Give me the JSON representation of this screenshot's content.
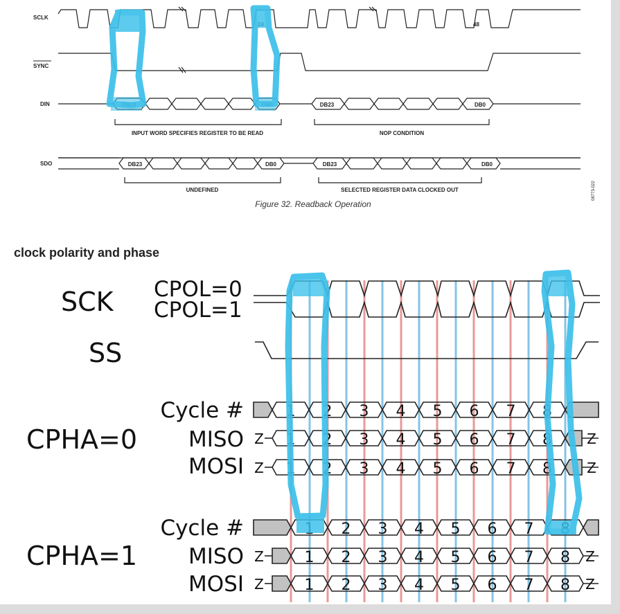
{
  "top_figure": {
    "signals": {
      "sclk": "SCLK",
      "sync": "SYNC",
      "din": "DIN",
      "sdo": "SDO"
    },
    "clock_numbers": [
      "24",
      "48"
    ],
    "bit_labels": {
      "din_first_msb": "DB23",
      "din_first_lsb": "DB0",
      "din_second_msb": "DB23",
      "din_second_lsb": "DB0",
      "sdo_first_msb": "DB23",
      "sdo_first_lsb": "DB0",
      "sdo_second_msb": "DB23",
      "sdo_second_lsb": "DB0"
    },
    "brace_labels": {
      "din_first": "INPUT WORD SPECIFIES REGISTER TO BE READ",
      "din_second": "NOP CONDITION",
      "sdo_first": "UNDEFINED",
      "sdo_second": "SELECTED REGISTER DATA CLOCKED OUT"
    },
    "side_code": "08773-022",
    "caption": "Figure 32. Readback Operation"
  },
  "section_heading": "clock polarity and phase",
  "bottom_figure": {
    "sck": "SCK",
    "cpol0": "CPOL=0",
    "cpol1": "CPOL=1",
    "ss": "SS",
    "cpha0": "CPHA=0",
    "cpha1": "CPHA=1",
    "cycle_label": "Cycle #",
    "miso": "MISO",
    "mosi": "MOSI",
    "z": "Z",
    "cycles": [
      "1",
      "2",
      "3",
      "4",
      "5",
      "6",
      "7",
      "8"
    ]
  },
  "colors": {
    "highlight": "#3cc0ea",
    "sample_red": "#e89999",
    "shift_blue": "#86c3e4",
    "gray_fill": "#c2c2c2"
  }
}
